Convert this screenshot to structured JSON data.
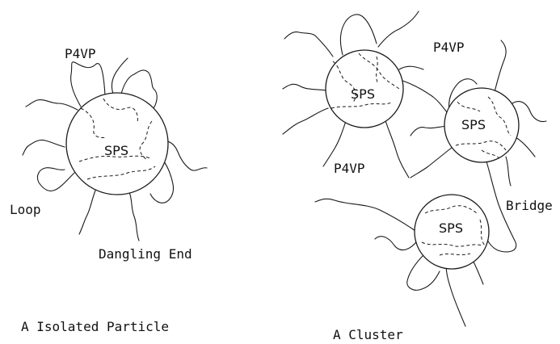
{
  "diagram": {
    "isolated_particle": {
      "core_label": "SPS",
      "shell_label": "P4VP",
      "loop_label": "Loop",
      "dangling_end_label": "Dangling End",
      "caption": "A Isolated Particle"
    },
    "cluster": {
      "shell_label_top": "P4VP",
      "shell_label_left": "P4VP",
      "bridge_label": "Bridge",
      "caption": "A Cluster",
      "particles": [
        {
          "core_label": "SPS"
        },
        {
          "core_label": "SPS"
        },
        {
          "core_label": "SPS"
        }
      ]
    }
  }
}
